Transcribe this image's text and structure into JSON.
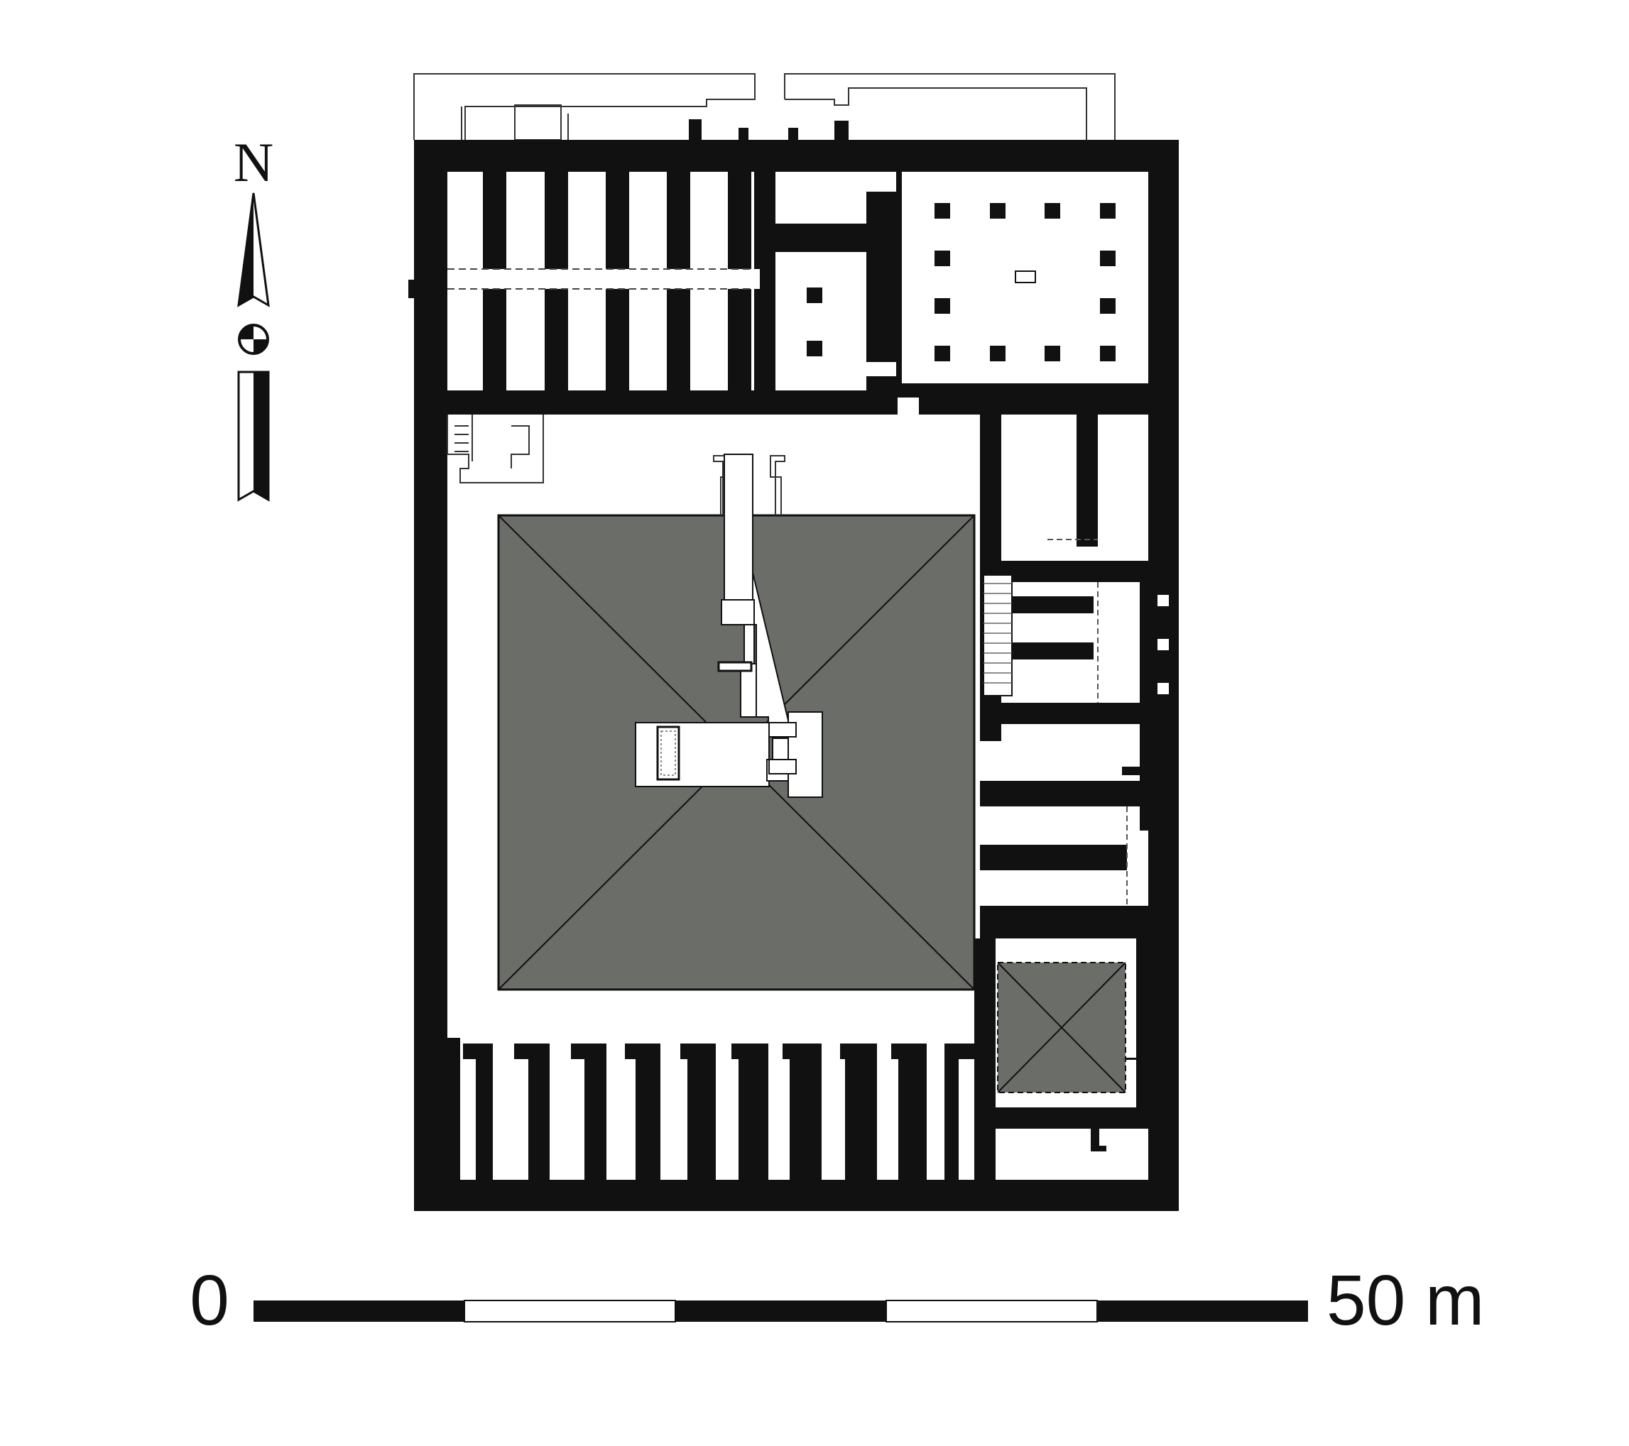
{
  "compass": {
    "label": "N",
    "icon": "north-arrow-icon"
  },
  "scale_bar": {
    "start_label": "0",
    "end_label": "50 m",
    "segments": 5
  },
  "colors": {
    "wall": "#111111",
    "pyramid": "#6b6d69",
    "paper": "#ffffff"
  }
}
